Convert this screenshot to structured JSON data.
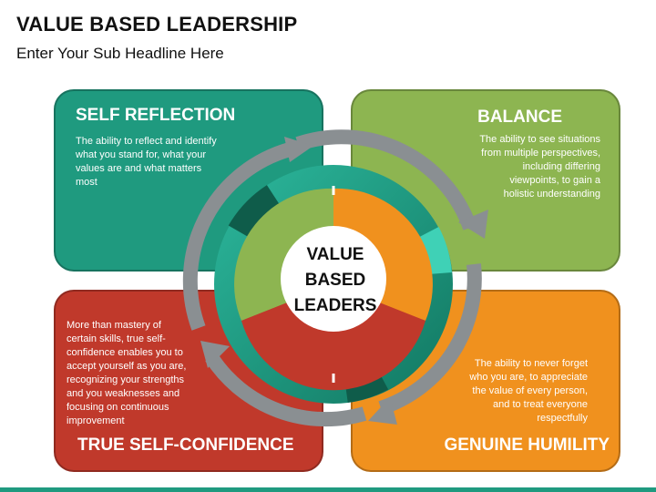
{
  "title": "VALUE BASED LEADERSHIP",
  "subtitle": "Enter Your Sub Headline Here",
  "quadrants": [
    {
      "title": "SELF REFLECTION",
      "text": [
        "The ability to reflect and identify",
        "what you stand for, what your",
        "values are and what matters",
        "most"
      ],
      "color": "#1f9a7f"
    },
    {
      "title": "BALANCE",
      "text": [
        "The ability to see situations",
        "from multiple perspectives,",
        "including differing",
        "viewpoints, to gain a",
        "holistic understanding"
      ],
      "color": "#8db551"
    },
    {
      "title": "TRUE SELF-CONFIDENCE",
      "text": [
        "More than mastery of",
        "certain skills, true self-",
        "confidence enables you to",
        "accept yourself as you are,",
        "recognizing your strengths",
        "and you weaknesses and",
        "focusing on continuous",
        "improvement"
      ],
      "color": "#c0392b"
    },
    {
      "title": "GENUINE HUMILITY",
      "text": [
        "The ability to never forget",
        "who you are, to appreciate",
        "the value of every person,",
        "and to treat everyone",
        "respectfully"
      ],
      "color": "#f0911e"
    }
  ],
  "center": [
    "VALUE",
    "BASED",
    "LEADERS"
  ]
}
